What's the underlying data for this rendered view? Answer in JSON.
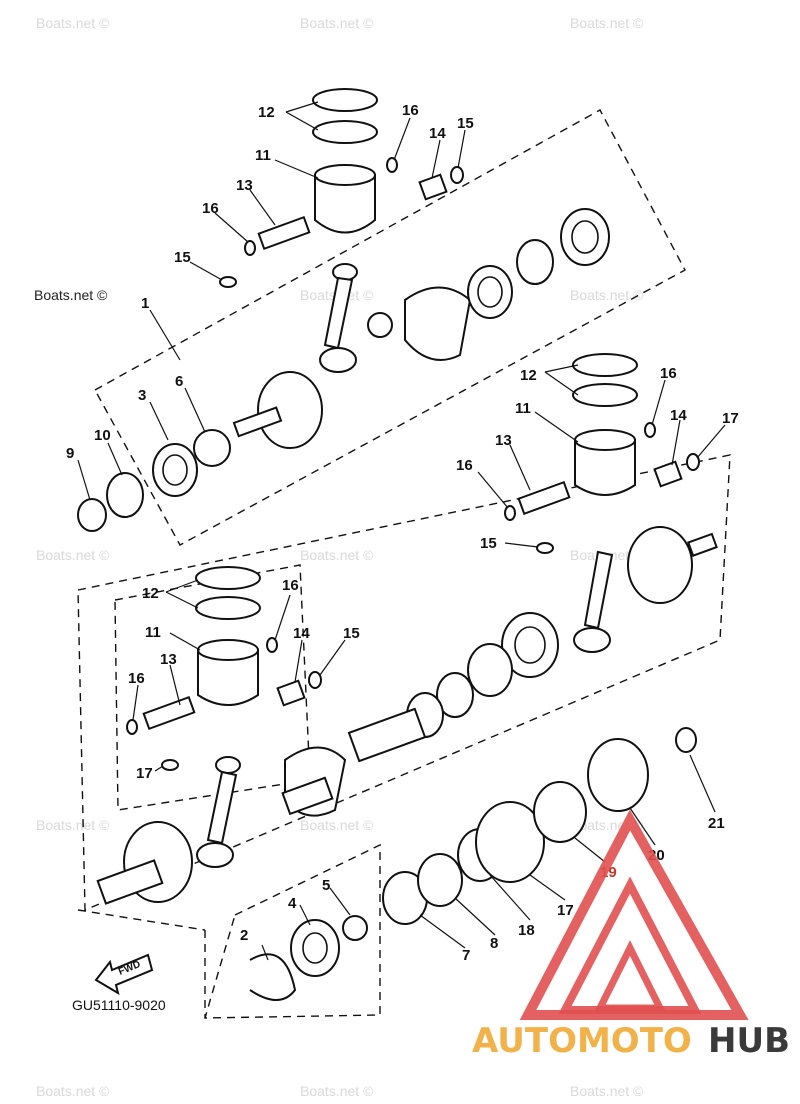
{
  "watermark_text": "Boats.net ©",
  "diagram_code": "GU51110-9020",
  "fwd_label": "FWD",
  "brand": {
    "part_a": "AUTOMOTO",
    "part_b": "HUB",
    "color_a": "#f2b24a",
    "color_b": "#3a3a3a",
    "logo_color": "#e05050"
  },
  "callouts": {
    "c1": "1",
    "c2": "2",
    "c3": "3",
    "c4": "4",
    "c5": "5",
    "c6": "6",
    "c7": "7",
    "c8": "8",
    "c9": "9",
    "c10": "10",
    "c11a": "11",
    "c11b": "11",
    "c11c": "11",
    "c12a": "12",
    "c12b": "12",
    "c12c": "12",
    "c13a": "13",
    "c13b": "13",
    "c13c": "13",
    "c14a": "14",
    "c14b": "14",
    "c14c": "14",
    "c15a": "15",
    "c15b": "15",
    "c15c": "15",
    "c15d": "15",
    "c16a": "16",
    "c16b": "16",
    "c16c": "16",
    "c16d": "16",
    "c16e": "16",
    "c16f": "16",
    "c17a": "17",
    "c17b": "17",
    "c17c": "17",
    "c18": "18",
    "c19": "19",
    "c20": "20",
    "c21": "21"
  }
}
